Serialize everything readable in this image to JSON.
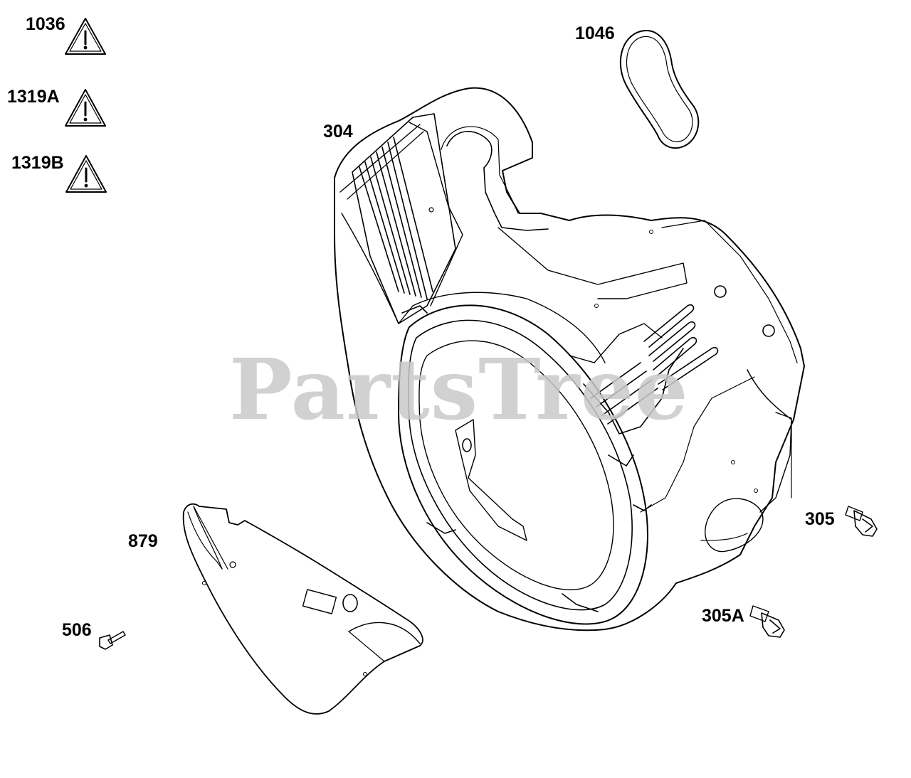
{
  "watermark": "PartsTree",
  "callouts": {
    "warn_1036": "1036",
    "warn_1319a": "1319A",
    "warn_1319b": "1319B",
    "seal_1046": "1046",
    "housing_304": "304",
    "shield_879": "879",
    "bolt_305": "305",
    "bolt_305a": "305A",
    "screw_506": "506"
  },
  "icons": {
    "warning": "warning-triangle-icon"
  },
  "colors": {
    "line": "#000000",
    "watermark": "#c9c9c9",
    "background": "#ffffff"
  }
}
